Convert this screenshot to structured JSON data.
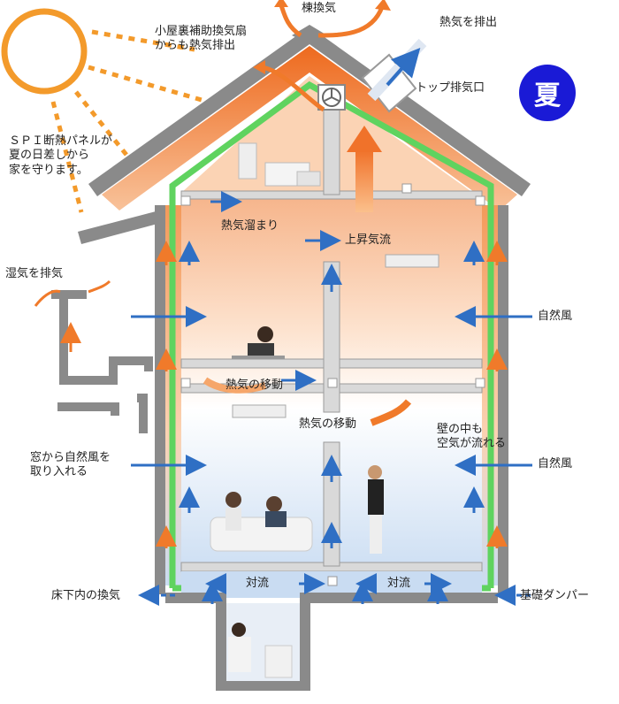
{
  "season_badge": "夏",
  "labels": {
    "ridge_vent": "棟換気",
    "attic_fan": "小屋裏補助換気扇\nからも熱気排出",
    "heat_exhaust": "熱気を排出",
    "top_vent": "トップ排気口",
    "spi_panel": "ＳＰＩ断熱パネルが\n夏の日差しから\n家を守ります。",
    "moisture_exhaust": "湿気を排気",
    "heat_pool": "熱気溜まり",
    "updraft": "上昇気流",
    "natural_wind_upper": "自然風",
    "heat_move_upper": "熱気の移動",
    "heat_move_lower": "熱気の移動",
    "wall_air": "壁の中も\n空気が流れる",
    "window_wind": "窓から自然風を\n取り入れる",
    "natural_wind_lower": "自然風",
    "convection_left": "対流",
    "convection_right": "対流",
    "underfloor_vent": "床下内の換気",
    "foundation_damper": "基礎ダンパー"
  },
  "colors": {
    "insulation": "#5fd35f",
    "heat_orange": "#f07a2a",
    "cool_arrow": "#2f6fc4",
    "structure_gray": "#8a8a8a",
    "sun": "#f39a2b",
    "badge_blue": "#1a1ad6"
  },
  "icons": [
    "sun-icon",
    "vent-fan-icon",
    "top-exhaust-vent-icon",
    "damper-icon"
  ]
}
